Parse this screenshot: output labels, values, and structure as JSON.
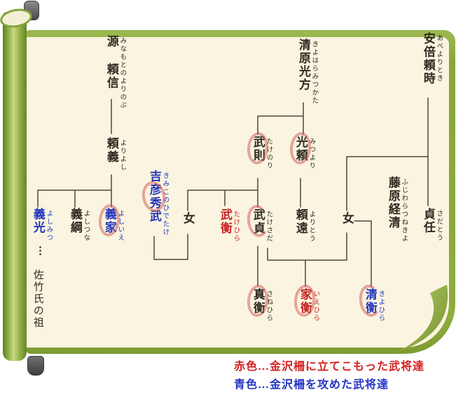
{
  "scroll": {
    "paper_color": "#faf4e0",
    "frame_color": "#8dad3d",
    "rod_knob_color": "#4a4a4a"
  },
  "tree": {
    "line_color": "#4f473a",
    "circle_color": "rgba(206,85,80,0.5)",
    "text_colors": {
      "black": "#2f2b20",
      "red": "#c62222",
      "blue": "#2336bb"
    },
    "people": [
      {
        "id": "minamoto-yorinobu",
        "name": "源 頼信",
        "furigana": "みなもとのよりのぶ",
        "color": "black",
        "circled": false
      },
      {
        "id": "yoriyoshi",
        "name": "頼義",
        "furigana": "よりよし",
        "color": "black",
        "circled": false
      },
      {
        "id": "yoshimitsu",
        "name": "義光",
        "furigana": "よしみつ",
        "color": "blue",
        "circled": false
      },
      {
        "id": "yoshitsuna",
        "name": "義綱",
        "furigana": "よしつな",
        "color": "black",
        "circled": false
      },
      {
        "id": "yoshiie",
        "name": "義家",
        "furigana": "よしいえ",
        "color": "blue",
        "circled": true
      },
      {
        "id": "satake-dots",
        "name": "⋮",
        "furigana": "",
        "color": "black",
        "circled": false
      },
      {
        "id": "satake-note",
        "name": "佐竹氏の祖",
        "furigana": "",
        "color": "black",
        "circled": false
      },
      {
        "id": "kimiko-hidetake",
        "name": "吉彦秀武",
        "furigana": "きみこのひでたけ",
        "color": "blue",
        "circled": true
      },
      {
        "id": "woman-takenori-daughter",
        "name": "女",
        "furigana": "",
        "color": "black",
        "circled": false
      },
      {
        "id": "kiyohara-mitsukata",
        "name": "清原光方",
        "furigana": "きよはらみつかた",
        "color": "black",
        "circled": false
      },
      {
        "id": "takenori",
        "name": "武則",
        "furigana": "たけのり",
        "color": "black",
        "circled": true
      },
      {
        "id": "mitsuyori",
        "name": "光頼",
        "furigana": "みつより",
        "color": "black",
        "circled": true
      },
      {
        "id": "takehira",
        "name": "武衡",
        "furigana": "たけひら",
        "color": "red",
        "circled": false
      },
      {
        "id": "takesada",
        "name": "武貞",
        "furigana": "たけさだ",
        "color": "black",
        "circled": true
      },
      {
        "id": "yoritoo",
        "name": "頼遠",
        "furigana": "よりとう",
        "color": "black",
        "circled": false
      },
      {
        "id": "abe-yoritoki",
        "name": "安倍頼時",
        "furigana": "あべよりとき",
        "color": "black",
        "circled": false
      },
      {
        "id": "woman-abe-daughter",
        "name": "女",
        "furigana": "",
        "color": "black",
        "circled": false
      },
      {
        "id": "fujiwara-tsunekiyo",
        "name": "藤原経清",
        "furigana": "ふじわらつねきよ",
        "color": "black",
        "circled": false
      },
      {
        "id": "sadatou",
        "name": "貞任",
        "furigana": "さだとう",
        "color": "black",
        "circled": false
      },
      {
        "id": "sanehira",
        "name": "真衡",
        "furigana": "さねひら",
        "color": "black",
        "circled": true
      },
      {
        "id": "iehira",
        "name": "家衡",
        "furigana": "いえひら",
        "color": "red",
        "circled": true
      },
      {
        "id": "kiyohira",
        "name": "清衡",
        "furigana": "きよひら",
        "color": "blue",
        "circled": true
      }
    ]
  },
  "legend": {
    "red_label": "赤色…金沢柵に立てこもった武将達",
    "blue_label": "青色…金沢柵を攻めた武将達",
    "red_color": "#d42020",
    "blue_color": "#2433c4"
  }
}
